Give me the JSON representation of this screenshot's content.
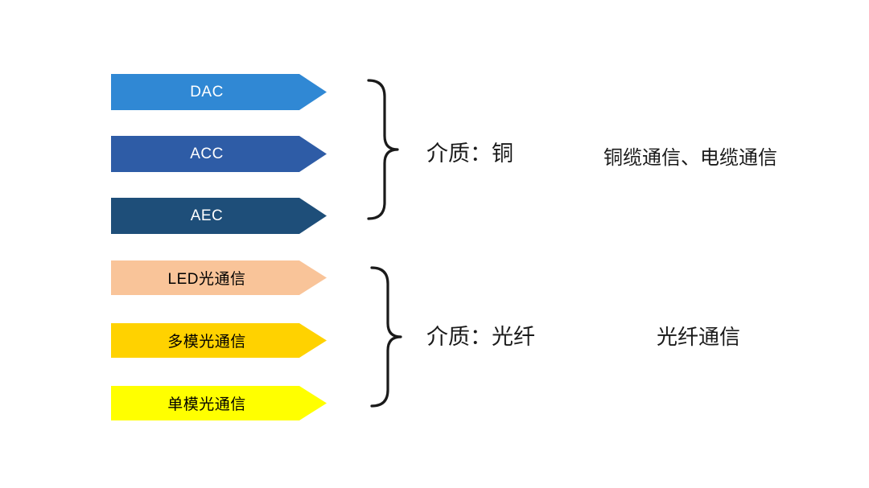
{
  "diagram": {
    "copper_group": {
      "items": [
        {
          "label": "DAC",
          "color": "#3088D4",
          "text_color": "#FFFFFF"
        },
        {
          "label": "ACC",
          "color": "#2E5CA6",
          "text_color": "#FFFFFF"
        },
        {
          "label": "AEC",
          "color": "#1E4E79",
          "text_color": "#FFFFFF"
        }
      ],
      "medium_label": "介质：铜",
      "category_label": "铜缆通信、电缆通信"
    },
    "fiber_group": {
      "items": [
        {
          "label": "LED光通信",
          "color": "#F9C499",
          "text_color": "#000000"
        },
        {
          "label": "多模光通信",
          "color": "#FFD200",
          "text_color": "#000000"
        },
        {
          "label": "单模光通信",
          "color": "#FFFF00",
          "text_color": "#000000"
        }
      ],
      "medium_label": "介质：光纤",
      "category_label": "光纤通信"
    }
  }
}
